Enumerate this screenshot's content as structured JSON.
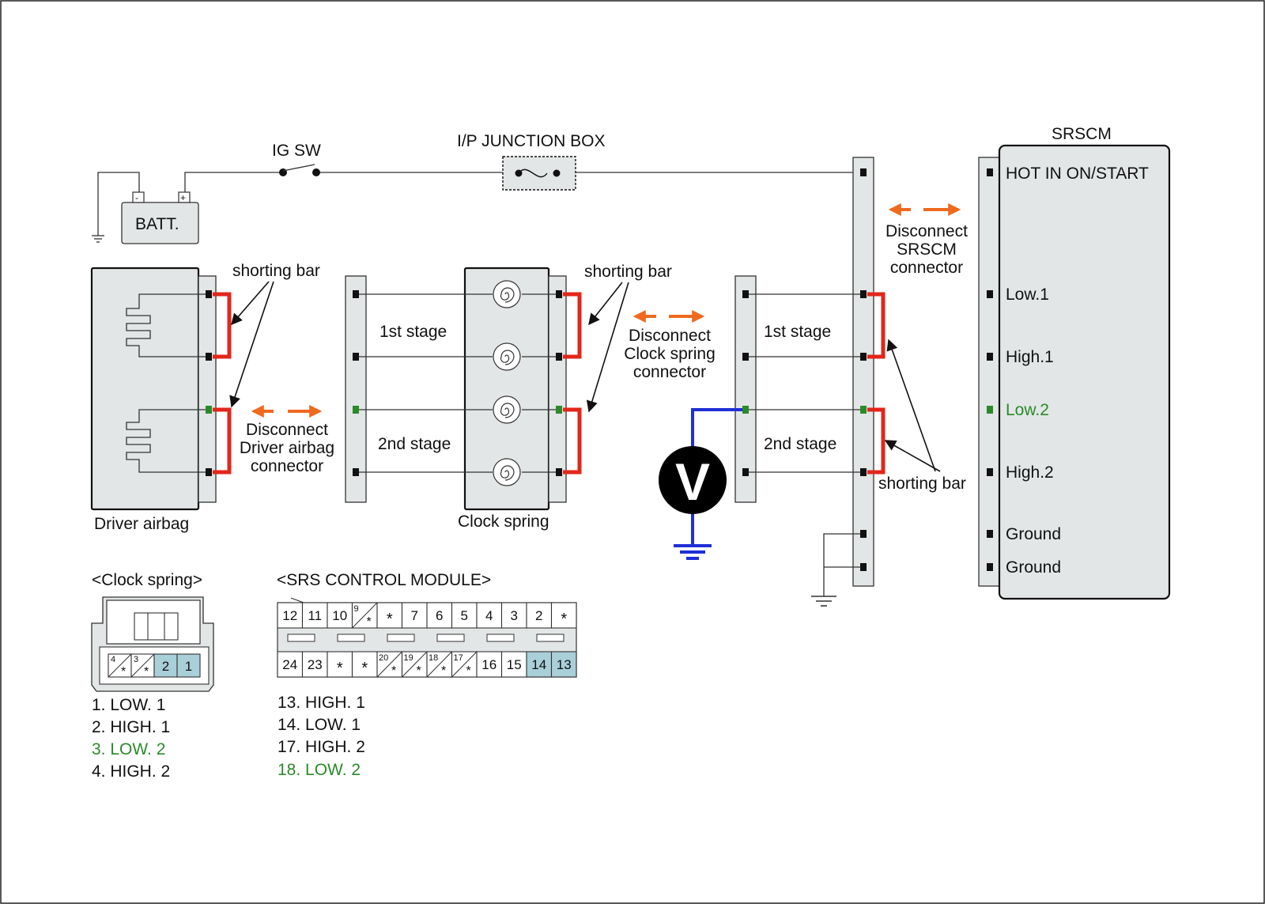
{
  "power": {
    "ig_sw": "IG SW",
    "junction_box": "I/P JUNCTION BOX",
    "battery": "BATT.",
    "batt_minus": "-",
    "batt_plus": "+"
  },
  "driver_airbag": {
    "label": "Driver airbag",
    "shorting_bar": "shorting bar",
    "disconnect": [
      "Disconnect",
      "Driver airbag",
      "connector"
    ]
  },
  "clock_spring": {
    "label": "Clock spring",
    "shorting_bar": "shorting bar",
    "stage1": "1st stage",
    "stage2": "2nd stage",
    "disconnect": [
      "Disconnect",
      "Clock spring",
      "connector"
    ]
  },
  "harness": {
    "stage1": "1st stage",
    "stage2": "2nd stage",
    "meter": "V",
    "shorting_bar": "shorting bar"
  },
  "srscm": {
    "title": "SRSCM",
    "disconnect": [
      "Disconnect",
      "SRSCM",
      "connector"
    ],
    "terminals": [
      "HOT IN ON/START",
      "Low.1",
      "High.1",
      "Low.2",
      "High.2",
      "Ground",
      "Ground"
    ]
  },
  "clock_spring_connector": {
    "title": "<Clock spring>",
    "cells": [
      {
        "num": "4",
        "star": "*"
      },
      {
        "num": "3",
        "star": "*"
      },
      {
        "num": "2",
        "star": ""
      },
      {
        "num": "1",
        "star": ""
      }
    ],
    "legend": [
      "1. LOW. 1",
      "2. HIGH. 1",
      "3. LOW. 2",
      "4. HIGH. 2"
    ],
    "legend_highlight_index": 2
  },
  "srs_connector": {
    "title": "<SRS CONTROL MODULE>",
    "top_row": [
      "12",
      "11",
      "10",
      "9",
      "*",
      "7",
      "6",
      "5",
      "4",
      "3",
      "2",
      "*"
    ],
    "bottom_row": [
      "24",
      "23",
      "*",
      "*",
      "20",
      "19",
      "18",
      "17",
      "16",
      "15",
      "14",
      "13"
    ],
    "diag_star": "*",
    "legend": [
      "13. HIGH. 1",
      "14. LOW. 1",
      "17. HIGH. 2",
      "18. LOW. 2"
    ],
    "legend_highlight_index": 3
  },
  "colors": {
    "shorting_bar": "#e3261b",
    "arrow": "#ef6a1e",
    "meter_wire": "#1f2fd6",
    "low2": "#2a8a2a",
    "connector_fill": "#e3e6e7",
    "pin_highlight": "#a9cfd9"
  }
}
